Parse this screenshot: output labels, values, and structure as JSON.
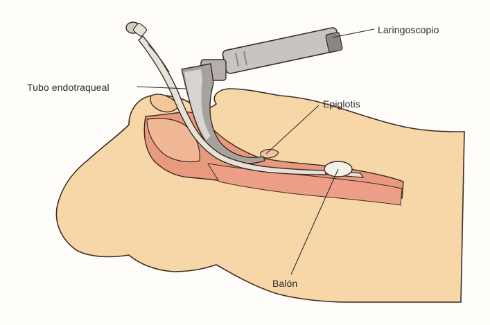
{
  "labels": {
    "laryngoscope": "Laringoscopio",
    "endotracheal_tube": "Tubo endotraqueal",
    "epiglottis": "Epiglotis",
    "cuff": "Balón"
  },
  "colors": {
    "skin": "#f7d7a8",
    "skin_outline": "#3a2a22",
    "airway": "#e89a7f",
    "tissue": "#f0b894",
    "metal": "#c8c4c2",
    "metal_dark": "#8c8682",
    "tube": "#e6e2d8",
    "leader_line": "#2a2a2a"
  }
}
